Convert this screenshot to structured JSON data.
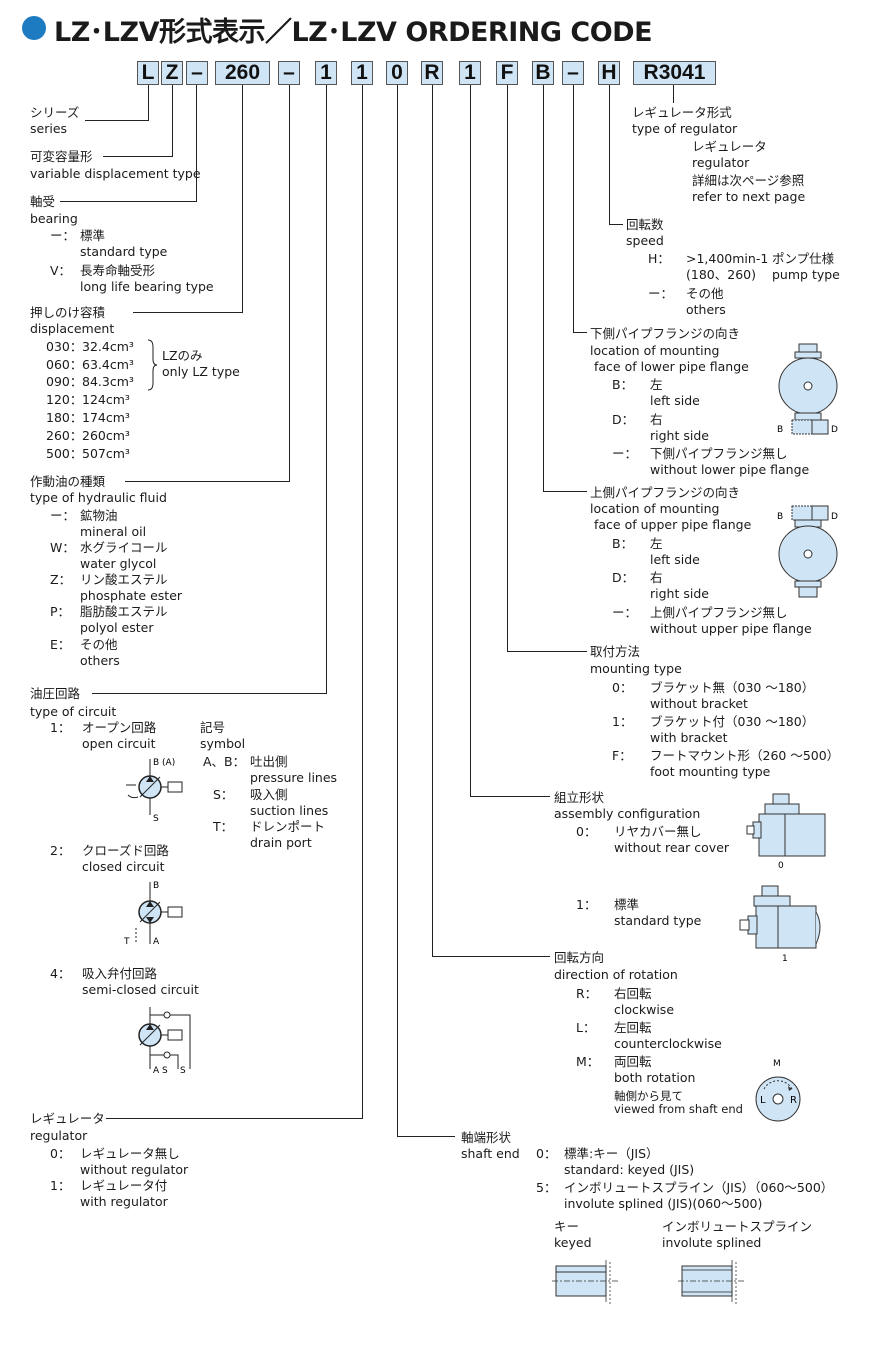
{
  "title": "LZ･LZV形式表示／LZ･LZV ORDERING CODE",
  "code": [
    "L",
    "Z",
    "–",
    "260",
    "–",
    "1",
    "1",
    "0",
    "R",
    "1",
    "F",
    "B",
    "–",
    "H",
    "R3041"
  ],
  "series": {
    "ja": "シリーズ",
    "en": "series"
  },
  "vdt": {
    "ja": "可変容量形",
    "en": "variable displacement type"
  },
  "bearing": {
    "ja": "軸受",
    "en": "bearing",
    "items": [
      {
        "code": "ー：",
        "ja": "標準",
        "en": "standard type"
      },
      {
        "code": "V：",
        "ja": "長寿命軸受形",
        "en": "long life bearing type"
      }
    ]
  },
  "displacement": {
    "ja": "押しのけ容積",
    "en": "displacement",
    "items": [
      {
        "code": "030：",
        "val": "32.4cm³"
      },
      {
        "code": "060：",
        "val": "63.4cm³"
      },
      {
        "code": "090：",
        "val": "84.3cm³"
      },
      {
        "code": "120：",
        "val": "124cm³"
      },
      {
        "code": "180：",
        "val": "174cm³"
      },
      {
        "code": "260：",
        "val": "260cm³"
      },
      {
        "code": "500：",
        "val": "507cm³"
      }
    ],
    "note_ja": "LZのみ",
    "note_en": "only LZ type"
  },
  "fluid": {
    "ja": "作動油の種類",
    "en": "type of hydraulic fluid",
    "items": [
      {
        "code": "ー：",
        "ja": "鉱物油",
        "en": "mineral oil"
      },
      {
        "code": "W：",
        "ja": "水グライコール",
        "en": "water glycol"
      },
      {
        "code": "Z：",
        "ja": "リン酸エステル",
        "en": "phosphate ester"
      },
      {
        "code": "P：",
        "ja": "脂肪酸エステル",
        "en": "polyol ester"
      },
      {
        "code": "E：",
        "ja": "その他",
        "en": "others"
      }
    ]
  },
  "circuit": {
    "ja": "油圧回路",
    "en": "type of circuit",
    "items": [
      {
        "code": "1：",
        "ja": "オープン回路",
        "en": "open circuit"
      },
      {
        "code": "2：",
        "ja": "クローズド回路",
        "en": "closed circuit"
      },
      {
        "code": "4：",
        "ja": "吸入弁付回路",
        "en": "semi-closed circuit"
      }
    ],
    "symbol_ja": "記号",
    "symbol_en": "symbol",
    "symbols": [
      {
        "code": "A、B：",
        "ja": "吐出側",
        "en": "pressure lines"
      },
      {
        "code": "S：",
        "ja": "吸入側",
        "en": "suction lines"
      },
      {
        "code": "T：",
        "ja": "ドレンポート",
        "en": "drain port"
      }
    ]
  },
  "regulator": {
    "ja": "レギュレータ",
    "en": "regulator",
    "items": [
      {
        "code": "0：",
        "ja": "レギュレータ無し",
        "en": "without regulator"
      },
      {
        "code": "1：",
        "ja": "レギュレータ付",
        "en": "with regulator"
      }
    ]
  },
  "type_reg": {
    "ja": "レギュレータ形式",
    "en": "type of regulator",
    "sub_ja": "レギュレータ",
    "sub_en": "regulator",
    "ref_ja": "詳細は次ページ参照",
    "ref_en": "refer to next page"
  },
  "speed": {
    "ja": "回転数",
    "en": "speed",
    "h_code": "H：",
    "h_val": ">1,400min-1",
    "h_ja": "ポンプ仕様",
    "h_range": "(180、260)",
    "h_en": "pump type",
    "o_code": "ー：",
    "o_ja": "その他",
    "o_en": "others"
  },
  "lower": {
    "ja": "下側パイプフランジの向き",
    "en1": "location of mounting",
    "en2": "face of lower pipe flange",
    "items": [
      {
        "code": "B：",
        "ja": "左",
        "en": "left side"
      },
      {
        "code": "D：",
        "ja": "右",
        "en": "right side"
      },
      {
        "code": "ー：",
        "ja": "下側パイプフランジ無し",
        "en": "without lower pipe flange"
      }
    ]
  },
  "upper": {
    "ja": "上側パイプフランジの向き",
    "en1": "location of mounting",
    "en2": "face of upper pipe flange",
    "items": [
      {
        "code": "B：",
        "ja": "左",
        "en": "left side"
      },
      {
        "code": "D：",
        "ja": "右",
        "en": "right side"
      },
      {
        "code": "ー：",
        "ja": "上側パイプフランジ無し",
        "en": "without upper pipe flange"
      }
    ]
  },
  "mount": {
    "ja": "取付方法",
    "en": "mounting type",
    "items": [
      {
        "code": "0：",
        "ja": "ブラケット無（030 ～180）",
        "en": "without bracket"
      },
      {
        "code": "1：",
        "ja": "ブラケット付（030 ～180）",
        "en": "with bracket"
      },
      {
        "code": "F：",
        "ja": "フートマウント形（260 ～500）",
        "en": "foot mounting type"
      }
    ]
  },
  "assembly": {
    "ja": "組立形状",
    "en": "assembly configuration",
    "items": [
      {
        "code": "0：",
        "ja": "リヤカバー無し",
        "en": "without rear cover"
      },
      {
        "code": "1：",
        "ja": "標準",
        "en": "standard type"
      }
    ]
  },
  "rotation": {
    "ja": "回転方向",
    "en": "direction of rotation",
    "items": [
      {
        "code": "R：",
        "ja": "右回転",
        "en": "clockwise"
      },
      {
        "code": "L：",
        "ja": "左回転",
        "en": "counterclockwise"
      },
      {
        "code": "M：",
        "ja": "両回転",
        "en": "both rotation"
      }
    ],
    "view_ja": "軸側から見て",
    "view_en": "viewed from shaft end"
  },
  "shaft": {
    "ja": "軸端形状",
    "en": "shaft end",
    "items": [
      {
        "code": "0：",
        "ja": "標準:キー（JIS）",
        "en": "standard: keyed (JIS)"
      },
      {
        "code": "5：",
        "ja": "インボリュートスプライン（JIS）（060～500）",
        "en": "involute splined (JIS)(060～500)"
      }
    ],
    "key_ja": "キー",
    "key_en": "keyed",
    "inv_ja": "インボリュートスプライン",
    "inv_en": "involute splined"
  },
  "colors": {
    "accent": "#1d7bc1",
    "box_fill": "#cfe4f4",
    "figure_fill": "#cfe4f4"
  },
  "icons": [
    "bullet-circle-icon",
    "pump-symbol-icon",
    "pump-side-view-icon",
    "flange-top-view-icon",
    "rotation-dial-icon",
    "shaft-end-icon"
  ]
}
